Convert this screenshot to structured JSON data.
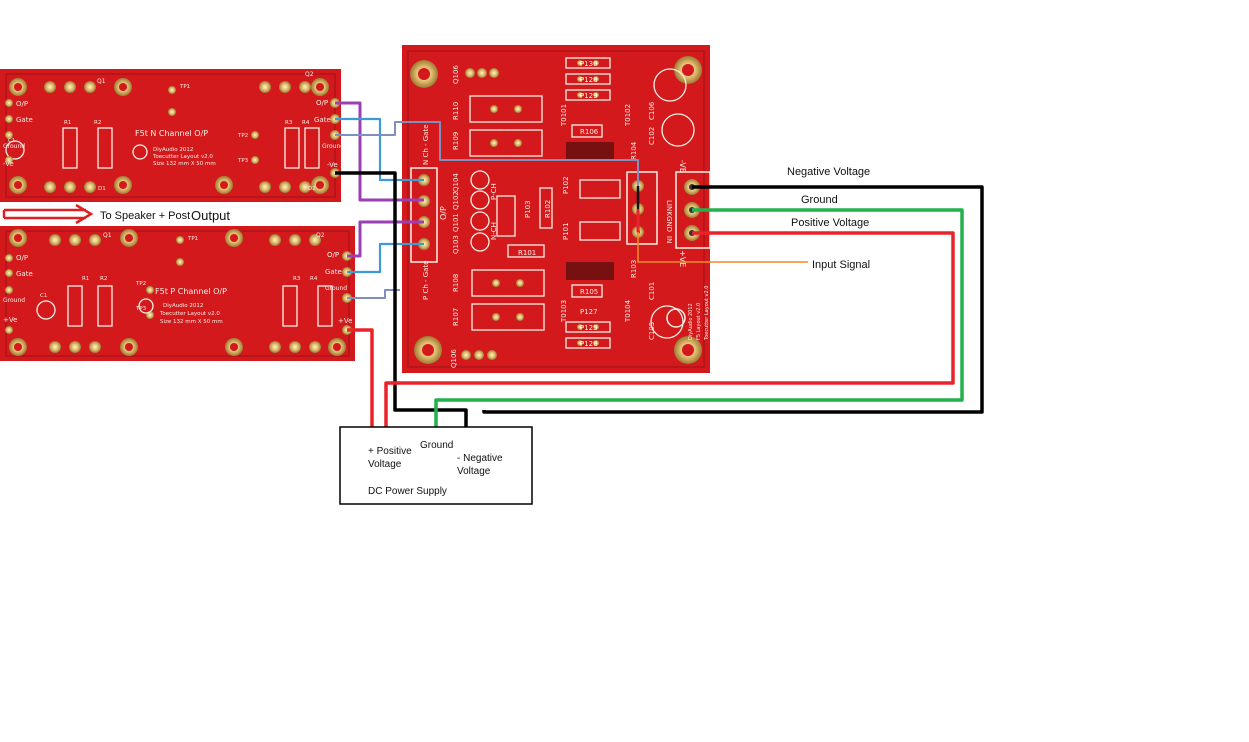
{
  "boards": {
    "n_channel": {
      "title": "F5t N Channel O/P",
      "maker": "DiyAudio 2012",
      "layout": "Toecutter Layout v2.0",
      "size": "Size 132 mm X 50 mm",
      "pin_op": "O/P",
      "pin_gate_left": "Gate",
      "pin_ground_left": "Ground",
      "pin_neg_ve": "-Ve",
      "pin_op_right": "O/P",
      "pin_gate_right": "Gate",
      "pin_ground_right": "Ground",
      "pin_neg_ve_right": "-Ve",
      "q1": "Q1",
      "q2": "Q2",
      "tp1": "TP1",
      "tp2": "TP2",
      "tp3": "TP3",
      "r1": "R1",
      "r2": "R2",
      "r3": "R3",
      "r4": "R4",
      "c1": "C1",
      "d1": "D1",
      "d2": "D2"
    },
    "p_channel": {
      "title": "F5t P Channel O/P",
      "maker": "DiyAudio 2012",
      "layout": "Toecutter Layout v2.0",
      "size": "Size 132 mm X 50 mm",
      "pin_op": "O/P",
      "pin_gate_left": "Gate",
      "pin_ground_left": "Ground",
      "pin_pos_ve": "+Ve",
      "pin_op_right": "O/P",
      "pin_gate_right": "Gate",
      "pin_ground_right": "Ground",
      "pin_pos_ve_right": "+Ve",
      "q1": "Q1",
      "q2": "Q2",
      "tp1": "TP1",
      "tp2": "TP2",
      "tp3": "TP3",
      "r1": "R1",
      "r2": "R2",
      "r3": "R3",
      "r4": "R4",
      "c1": "C1"
    },
    "main": {
      "q106": "Q106",
      "q105": "Q106",
      "r110": "R110",
      "r109": "R109",
      "r108": "R108",
      "r107": "R107",
      "n_gate": "N Ch - Gate",
      "p_gate": "P Ch - Gate",
      "op": "O/P",
      "q104": "Q104",
      "q102": "Q102",
      "q101": "Q101",
      "q103": "Q103",
      "p_ch": "P-CH",
      "n_ch": "N-CH",
      "p103": "P103",
      "p102": "P102",
      "p101": "P101",
      "r101": "R101",
      "r102": "R102",
      "r103": "R103",
      "r104": "R104",
      "r105": "R105",
      "r106": "R106",
      "p130": "P130",
      "p128": "P128",
      "p129": "P129",
      "p127": "P127",
      "p125": "P125",
      "p126": "P126",
      "t0101": "T0101",
      "t0102": "T0102",
      "t0103": "T0103",
      "t0104": "T0104",
      "c102": "C102",
      "c106": "C106",
      "c101": "C101",
      "c105": "C105",
      "link": "LINK",
      "gnd": "GND",
      "in": "IN",
      "neg_ve": "-VE",
      "pos_ve": "+VE",
      "maker": "DiyAudio 2012",
      "layout": "F5 Layout v2.0",
      "tc": "Toecutter Layout v2.0"
    }
  },
  "labels": {
    "to_speaker": "To Speaker + Post",
    "output": "Output",
    "negative_voltage": "Negative Voltage",
    "ground": "Ground",
    "positive_voltage": "Positive Voltage",
    "input_signal": "Input Signal"
  },
  "power_supply": {
    "title": "DC Power Supply",
    "pos_line1": "+ Positive",
    "pos_line2": "Voltage",
    "ground": "Ground",
    "neg_line1": "- Negative",
    "neg_line2": "Voltage"
  },
  "colors": {
    "pcb_red": "#d3191c",
    "pcb_dark": "#b8141a",
    "pad_gold": "#d9b46a",
    "wire_black": "#000000",
    "wire_green": "#22b14c",
    "wire_red": "#e8242a",
    "wire_purple": "#9b3fb5",
    "wire_blue": "#3e9ad6",
    "wire_orange": "#f08a24",
    "arrow_red": "#e02020"
  }
}
